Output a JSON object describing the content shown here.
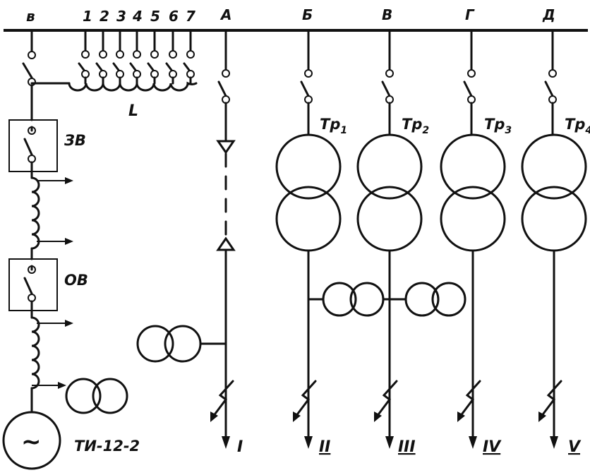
{
  "bus_labels": {
    "left": "в",
    "taps": [
      "1",
      "2",
      "3",
      "4",
      "5",
      "6",
      "7"
    ],
    "feeders": [
      "А",
      "Б",
      "В",
      "Г",
      "Д"
    ]
  },
  "reactor_label": "L",
  "exciter_switch_label": "ЗВ",
  "excitation_switch_label": "ОВ",
  "generator_symbol": "~",
  "generator_label": "ТИ-12-2",
  "transformers": [
    {
      "base": "Тр",
      "sub": "1"
    },
    {
      "base": "Тр",
      "sub": "2"
    },
    {
      "base": "Тр",
      "sub": "3"
    },
    {
      "base": "Тр",
      "sub": "4"
    }
  ],
  "outputs": [
    "I",
    "II",
    "III",
    "IV",
    "V"
  ]
}
